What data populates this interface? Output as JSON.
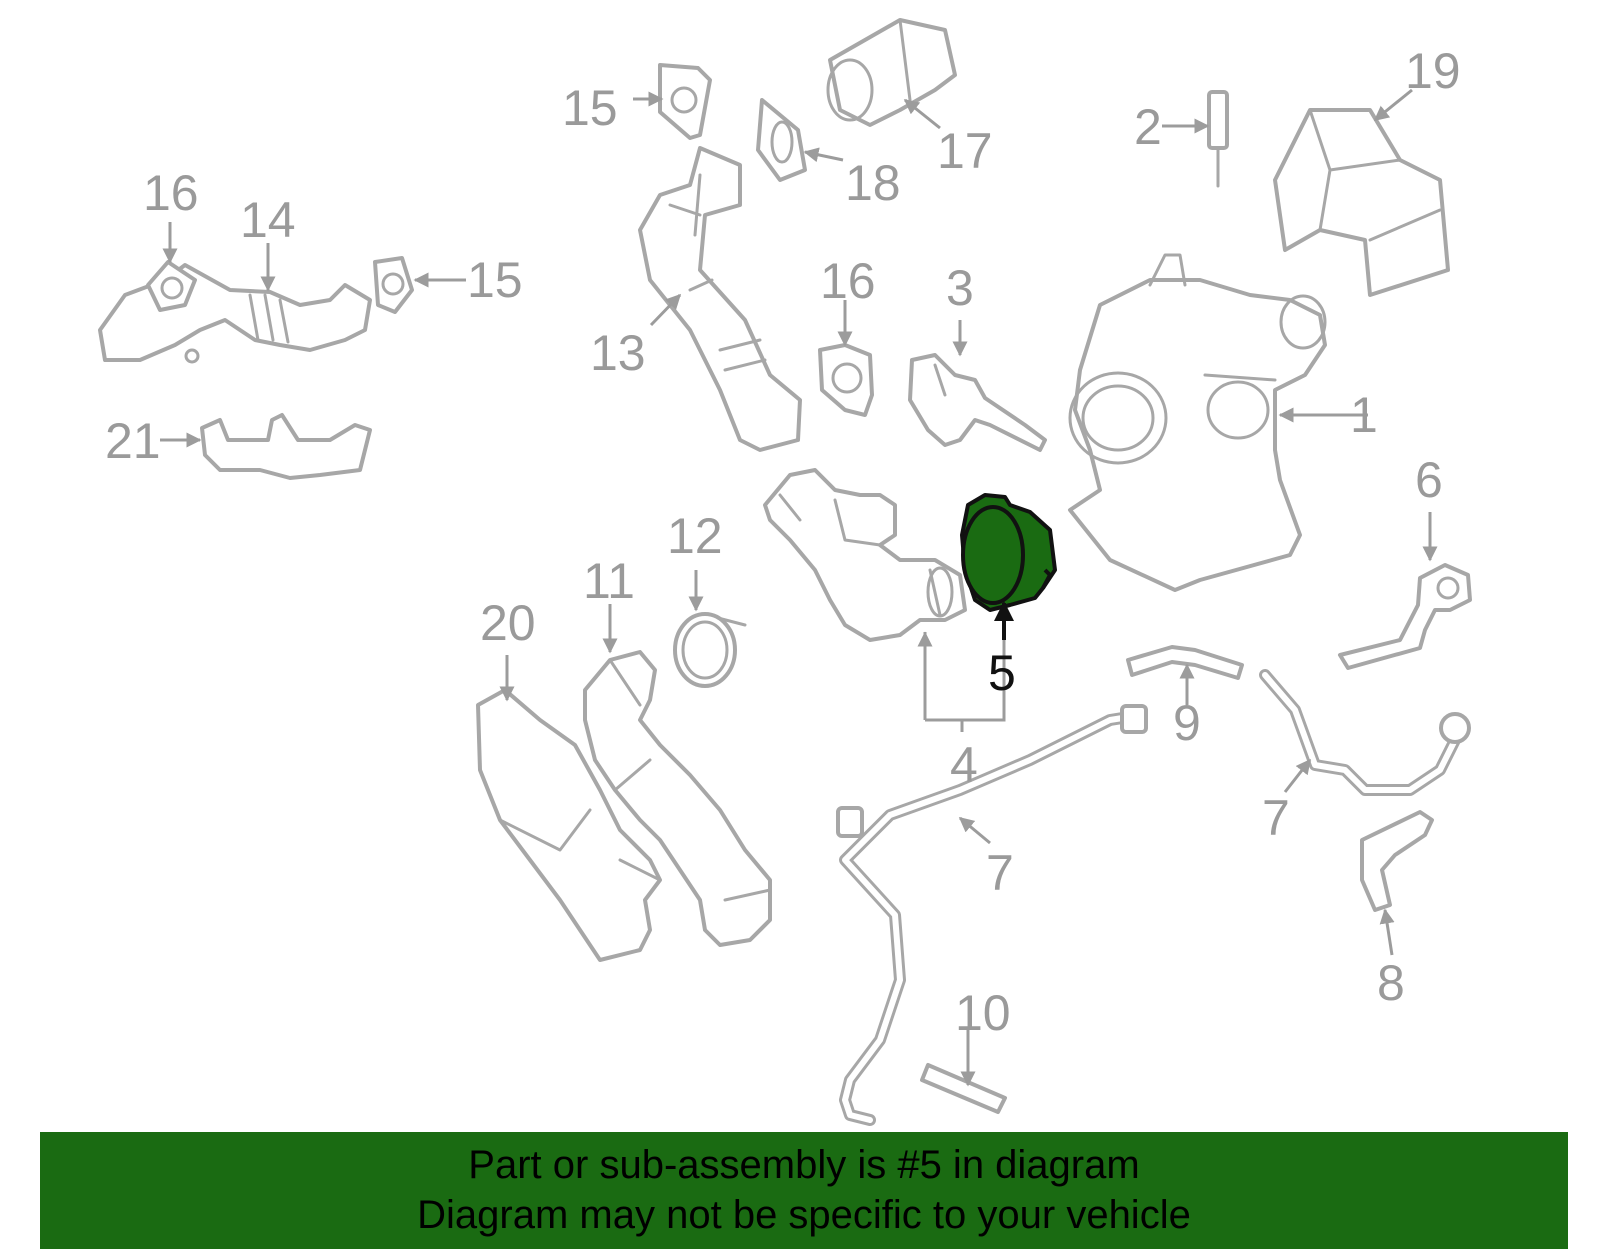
{
  "diagram": {
    "highlight_color": "#1a6b12",
    "labels": {
      "p1": "1",
      "p2": "2",
      "p3": "3",
      "p4": "4",
      "p5": "5",
      "p6": "6",
      "p7a": "7",
      "p7b": "7",
      "p8": "8",
      "p9": "9",
      "p10": "10",
      "p11": "11",
      "p12": "12",
      "p13": "13",
      "p14": "14",
      "p15a": "15",
      "p15b": "15",
      "p16a": "16",
      "p16b": "16",
      "p17": "17",
      "p18": "18",
      "p19": "19",
      "p20": "20",
      "p21": "21"
    }
  },
  "banner": {
    "line1": "Part or sub-assembly is #5 in diagram",
    "line2": "Diagram may not be specific to your vehicle",
    "color": "#1a6b12"
  }
}
